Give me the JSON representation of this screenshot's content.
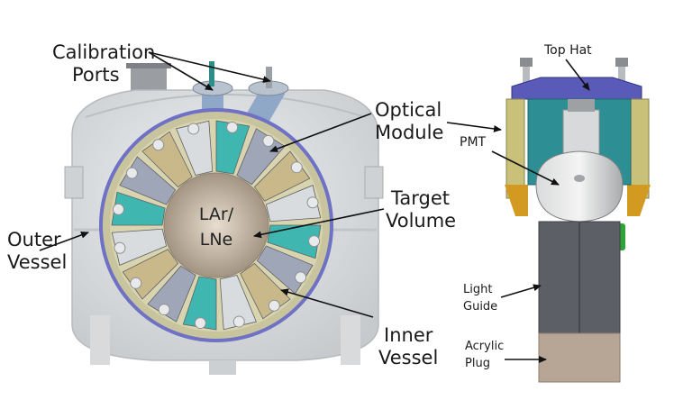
{
  "colors": {
    "outer_vessel": "#d6d8db",
    "inner_vessel_rim": "#7a7cc8",
    "optical_module_teal": "#3fb7b0",
    "optical_module_tan": "#c9b98a",
    "target_volume": "#b3a48f",
    "pmt_housing": "#2d8f94",
    "top_hat": "#5a5ab8",
    "light_guide": "#5c6066",
    "acrylic_plug": "#b7a595",
    "arrow": "#111111"
  },
  "labels": {
    "calibration_ports": [
      "Calibration",
      "Ports"
    ],
    "optical_module": [
      "Optical",
      "Module"
    ],
    "target_volume": [
      "Target",
      "Volume"
    ],
    "outer_vessel": [
      "Outer",
      "Vessel"
    ],
    "inner_vessel": [
      "Inner",
      "Vessel"
    ],
    "core": [
      "LAr/",
      "LNe"
    ],
    "top_hat": "Top Hat",
    "pmt": "PMT",
    "light_guide": [
      "Light",
      "Guide"
    ],
    "acrylic_plug": [
      "Acrylic",
      "Plug"
    ]
  },
  "icons": {
    "detector": "cryostat-detector-illustration",
    "module": "optical-module-illustration"
  }
}
